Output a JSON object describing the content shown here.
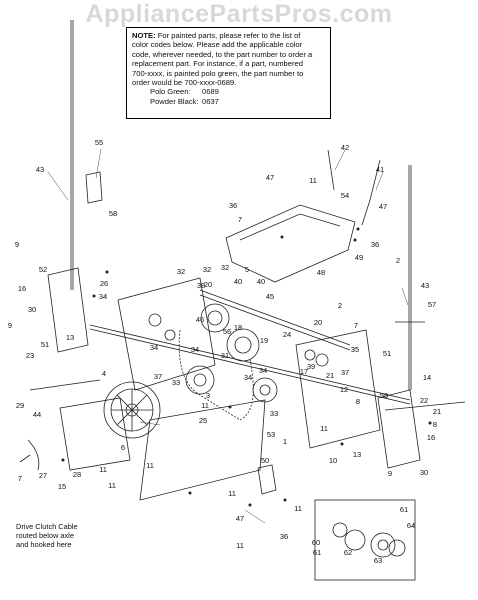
{
  "watermark": "AppliancePartsPros.com",
  "note": {
    "lead": "NOTE:",
    "lines": [
      " For painted parts, please refer to the list of",
      "color codes below. Please add the applicable color",
      "code, wherever needed, to the part number to order a",
      "replacement part. For instance, if a part, numbered",
      "700-xxxx, is painted polo green, the part number to",
      "order would be 700-xxxx-0689."
    ],
    "color_codes": [
      {
        "name": "Polo Green:",
        "code": "0689"
      },
      {
        "name": "Powder Black:",
        "code": "0637"
      }
    ]
  },
  "caption": [
    "Drive Clutch Cable",
    "routed below axle",
    "and hooked here"
  ],
  "callouts": [
    "1",
    "2",
    "3",
    "4",
    "5",
    "6",
    "7",
    "8",
    "9",
    "10",
    "11",
    "12",
    "13",
    "14",
    "15",
    "16",
    "17",
    "18",
    "19",
    "20",
    "21",
    "22",
    "23",
    "24",
    "25",
    "26",
    "27",
    "28",
    "29",
    "30",
    "31",
    "32",
    "33",
    "34",
    "35",
    "36",
    "37",
    "38",
    "39",
    "40",
    "41",
    "42",
    "43",
    "44",
    "45",
    "46",
    "47",
    "48",
    "49",
    "50",
    "51",
    "52",
    "53",
    "54",
    "55",
    "56",
    "57",
    "58",
    "59",
    "60",
    "61",
    "62",
    "63",
    "64"
  ]
}
